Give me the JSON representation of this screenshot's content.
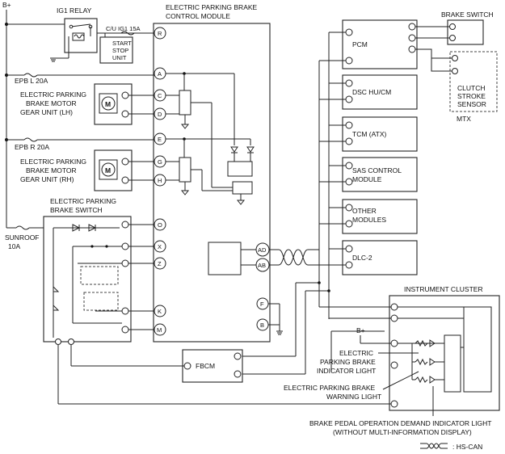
{
  "labels": {
    "b_plus_top": "B+",
    "b_plus_cluster": "B+",
    "ig1_relay": "IG1 RELAY",
    "cu_ig1": "C/U IG1 15A",
    "start_stop_unit": [
      "START",
      "STOP",
      "UNIT"
    ],
    "epb_module": [
      "ELECTRIC PARKING BRAKE",
      "CONTROL MODULE"
    ],
    "brake_switch": "BRAKE SWITCH",
    "epb_l_fuse": "EPB L 20A",
    "epb_r_fuse": "EPB R 20A",
    "sunroof_fuse": [
      "SUNROOF",
      "10A"
    ],
    "motor_lh": [
      "ELECTRIC PARKING",
      "BRAKE MOTOR",
      "GEAR UNIT (LH)"
    ],
    "motor_rh": [
      "ELECTRIC PARKING",
      "BRAKE MOTOR",
      "GEAR UNIT (RH)"
    ],
    "epb_switch": [
      "ELECTRIC PARKING",
      "BRAKE SWITCH"
    ],
    "pcm": "PCM",
    "dsc": "DSC HU/CM",
    "tcm": "TCM (ATX)",
    "sas": [
      "SAS CONTROL",
      "MODULE"
    ],
    "other": [
      "OTHER",
      "MODULES"
    ],
    "dlc": "DLC-2",
    "clutch": [
      "CLUTCH",
      "STROKE",
      "SENSOR"
    ],
    "mtx": "MTX",
    "instrument_cluster": "INSTRUMENT CLUSTER",
    "fbcm": "FBCM",
    "epb_indicator": [
      "ELECTRIC",
      "PARKING BRAKE",
      "INDICATOR LIGHT"
    ],
    "epb_warning": [
      "ELECTRIC PARKING BRAKE",
      "WARNING LIGHT"
    ],
    "demand_light": [
      "BRAKE PEDAL OPERATION DEMAND INDICATOR LIGHT",
      "(WITHOUT MULTI-INFORMATION DISPLAY)"
    ],
    "hs_can": ": HS-CAN",
    "motor_symbol": "M"
  },
  "pins": {
    "R": "R",
    "A": "A",
    "C": "C",
    "D": "D",
    "E": "E",
    "G": "G",
    "H": "H",
    "O": "O",
    "X": "X",
    "Z": "Z",
    "K": "K",
    "M": "M",
    "AD": "AD",
    "AB": "AB",
    "F": "F",
    "B": "B"
  }
}
